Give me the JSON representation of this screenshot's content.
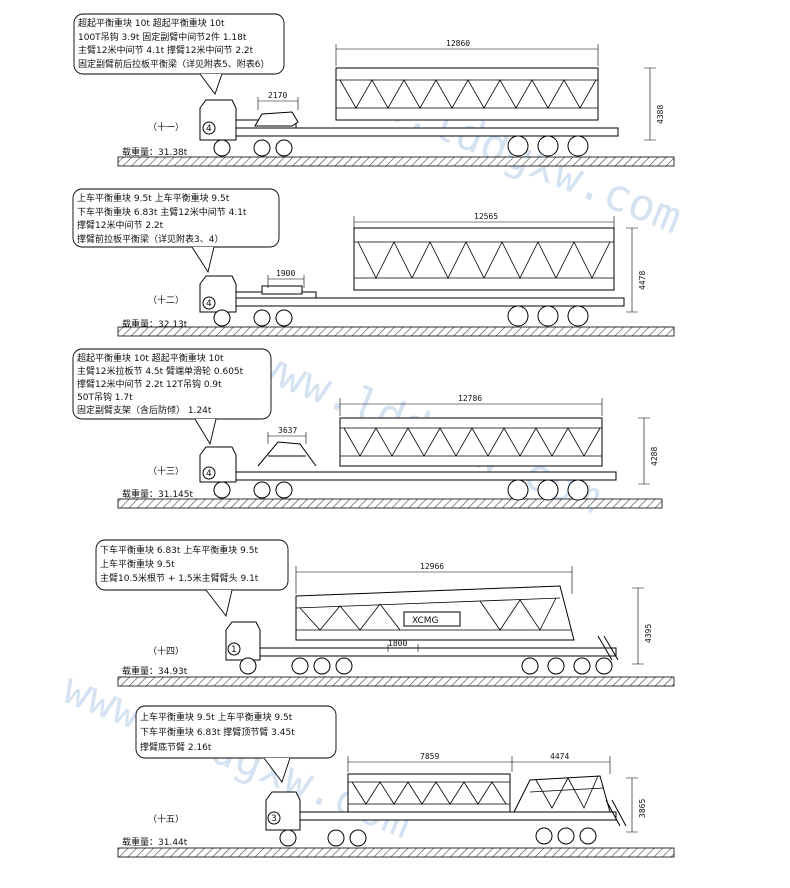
{
  "watermark": "www.lddgxw.com",
  "panels": [
    {
      "id": "11",
      "label": "（十一）",
      "weight": "载重量：31.38t",
      "cab_number": "4",
      "notes": [
        "超起平衡重块 10t          超起平衡重块 10t",
        "100T吊钩 3.9t     固定副臂中间节2件 1.18t",
        "主臂12米中间节 4.1t     撑臂12米中间节 2.2t",
        "固定副臂前后拉板平衡梁（详见附表5、附表6）"
      ],
      "dim_length": "12860",
      "dim_small": "2170",
      "dim_height": "4388"
    },
    {
      "id": "12",
      "label": "（十二）",
      "weight": "载重量：32.13t",
      "cab_number": "4",
      "notes": [
        "上车平衡重块 9.5t  上车平衡重块  9.5t",
        "下车平衡重块 6.83t   主臂12米中间节 4.1t",
        "撑臂12米中间节  2.2t",
        "撑臂前拉板平衡梁（详见附表3、4）"
      ],
      "dim_length": "12565",
      "dim_small": "1900",
      "dim_height": "4478"
    },
    {
      "id": "13",
      "label": "（十三）",
      "weight": "载重量：31.145t",
      "cab_number": "4",
      "notes": [
        "超起平衡重块 10t      超起平衡重块 10t",
        "主臂12米拉板节 4.5t  臂端单滑轮 0.605t",
        "撑臂12米中间节 2.2t  12T吊钩  0.9t",
        "50T吊钩  1.7t",
        "固定副臂支架（含后防倾）  1.24t"
      ],
      "dim_length": "12786",
      "dim_small": "3637",
      "dim_height": "4288"
    },
    {
      "id": "14",
      "label": "（十四）",
      "weight": "载重量：34.93t",
      "cab_number": "1",
      "brand": "XCMG",
      "notes": [
        "下车平衡重块 6.83t   上车平衡重块 9.5t",
        "上车平衡重块 9.5t",
        "主臂10.5米根节 + 1.5米主臂臂头 9.1t"
      ],
      "dim_length": "12966",
      "dim_small": "1800",
      "dim_height": "4395"
    },
    {
      "id": "15",
      "label": "（十五）",
      "weight": "载重量：31.44t",
      "cab_number": "3",
      "notes": [
        "上车平衡重块 9.5t 上车平衡重块 9.5t",
        "下车平衡重块 6.83t    撑臂顶节臂  3.45t",
        "撑臂底节臂  2.16t"
      ],
      "dim_length": "7859",
      "dim_length2": "4474",
      "dim_height": "3865"
    }
  ]
}
